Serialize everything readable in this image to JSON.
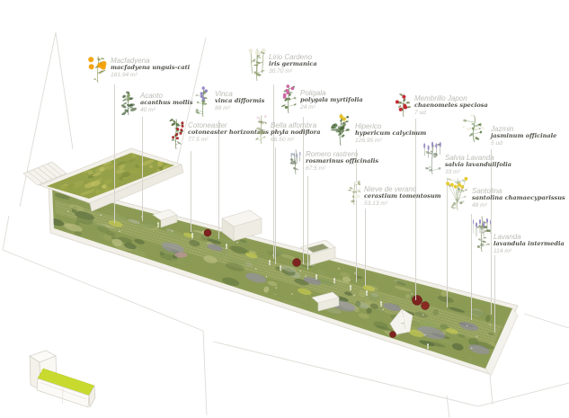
{
  "drawing": {
    "type": "green-roof axonometric planting diagram",
    "background_color": "#ffffff"
  },
  "colors": {
    "leader_line": "#d6d4cd",
    "building_outline": "#dcdad4",
    "roof_vegetation_base": "#8d9c55",
    "terrace_vegetation_base": "#95a149",
    "locator_roof_highlight": "#c9da2e",
    "label_name_text": "#bdbcb6",
    "label_latin_text": "#52514a",
    "label_area_text": "#c4c3bd"
  },
  "plants": [
    {
      "id": "macfadyena",
      "name": "Macfadyena",
      "latin": "macfadyena unguis-cati",
      "area": "181.94 m²",
      "icon": "macfadyena-icon",
      "flower_color": "#f2a007",
      "leaf_color": "#8a9450"
    },
    {
      "id": "acanto",
      "name": "Acanto",
      "latin": "acanthus mollis",
      "area": "40 m²",
      "icon": "acanto-icon",
      "flower_color": "#8aa06a",
      "leaf_color": "#46603a"
    },
    {
      "id": "vinca",
      "name": "Vinca",
      "latin": "vinca difformis",
      "area": "88 m²",
      "icon": "vinca-icon",
      "flower_color": "#9183c4",
      "leaf_color": "#66854a"
    },
    {
      "id": "cotoneaster",
      "name": "Cotoneaster",
      "latin": "cotoneaster horizontalis",
      "area": "77.5 m²",
      "icon": "cotoneaster-icon",
      "flower_color": "#a82525",
      "leaf_color": "#54703c"
    },
    {
      "id": "lirio-cardeno",
      "name": "Lirio Cardeno",
      "latin": "iris germanica",
      "area": "30.70 m²",
      "icon": "lirio-cardeno-icon",
      "flower_color": "#eeebdb",
      "leaf_color": "#8a9a68"
    },
    {
      "id": "poligala",
      "name": "Poligala",
      "latin": "polygala myrtifolia",
      "area": "24 m²",
      "icon": "poligala-icon",
      "flower_color": "#c9669f",
      "leaf_color": "#5a7642"
    },
    {
      "id": "bella-alfombra",
      "name": "Bella alfombra",
      "latin": "phyla nodiflora",
      "area": "66.50 m²",
      "icon": "bella-alfombra-icon",
      "flower_color": "#ead9e2",
      "leaf_color": "#93a070"
    },
    {
      "id": "romero-rastrero",
      "name": "Romero rastrero",
      "latin": "rosmarinus officinalis",
      "area": "67.5 m²",
      "icon": "romero-rastrero-icon",
      "flower_color": "#a2a6c6",
      "leaf_color": "#7d8b74"
    },
    {
      "id": "hiperico",
      "name": "Hiperico",
      "latin": "hypericum calycinum",
      "area": "126.95 m²",
      "icon": "hiperico-icon",
      "flower_color": "#e5c122",
      "leaf_color": "#4c6a3a"
    },
    {
      "id": "nieve-de-verano",
      "name": "Nieve de verano",
      "latin": "cerastium tomentosum",
      "area": "53.13 m²",
      "icon": "nieve-de-verano-icon",
      "flower_color": "#f4f2ea",
      "leaf_color": "#a3ad85"
    },
    {
      "id": "membrillo-japon",
      "name": "Membrillo Japon",
      "latin": "chaenomeles speciosa",
      "area": "7 ud",
      "icon": "membrillo-japon-icon",
      "flower_color": "#c2232e",
      "leaf_color": "#6d7d4a"
    },
    {
      "id": "jazmin",
      "name": "Jazmin",
      "latin": "jasminum officinale",
      "area": "5 ud",
      "icon": "jazmin-icon",
      "flower_color": "#f3f1e7",
      "leaf_color": "#5f7c44"
    },
    {
      "id": "salvia-lavanda",
      "name": "Salvia Lavanda",
      "latin": "salvia lavandulifolia",
      "area": "33 m²",
      "icon": "salvia-lavanda-icon",
      "flower_color": "#9488c0",
      "leaf_color": "#83927c"
    },
    {
      "id": "santolina",
      "name": "Santolina",
      "latin": "santolina chamaecyparissus",
      "area": "48 m²",
      "icon": "santolina-icon",
      "flower_color": "#e7c929",
      "leaf_color": "#a0ad8a"
    },
    {
      "id": "lavanda",
      "name": "Lavanda",
      "latin": "lavandula intermedia",
      "area": "114 m²",
      "icon": "lavanda-icon",
      "flower_color": "#9384c2",
      "leaf_color": "#74855c"
    }
  ]
}
